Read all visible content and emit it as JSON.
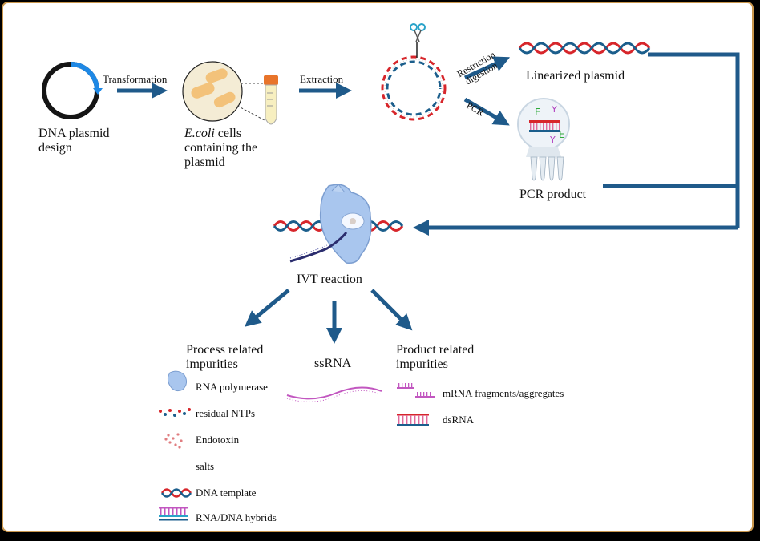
{
  "top": {
    "plasmid_label": "DNA plasmid\ndesign",
    "transformation": "Transformation",
    "ecoli_italic": "E.coli",
    "ecoli_rest": " cells",
    "ecoli_line2": "containing the",
    "ecoli_line3": "plasmid",
    "extraction": "Extraction",
    "restriction": "Restriction\ndigestion",
    "pcr_arrow": "PCR",
    "linearized": "Linearized plasmid",
    "pcr_product": "PCR product"
  },
  "middle": {
    "ivt": "IVT reaction"
  },
  "bottom": {
    "process_heading": "Process related\nimpurities",
    "ssrna": "ssRNA",
    "product_heading": "Product related\nimpurities",
    "process_items": [
      "RNA polymerase",
      "residual NTPs",
      "Endotoxin",
      "salts",
      "DNA template",
      "RNA/DNA hybrids"
    ],
    "product_items": [
      "mRNA fragments/aggregates",
      "dsRNA"
    ]
  },
  "colors": {
    "arrow": "#1f5a8a",
    "dna_red": "#d7262b",
    "dna_blue": "#1b5e8c",
    "rna_pink": "#c257c0",
    "frame": "#c9964c",
    "polymerase": "#a9c6ee"
  }
}
